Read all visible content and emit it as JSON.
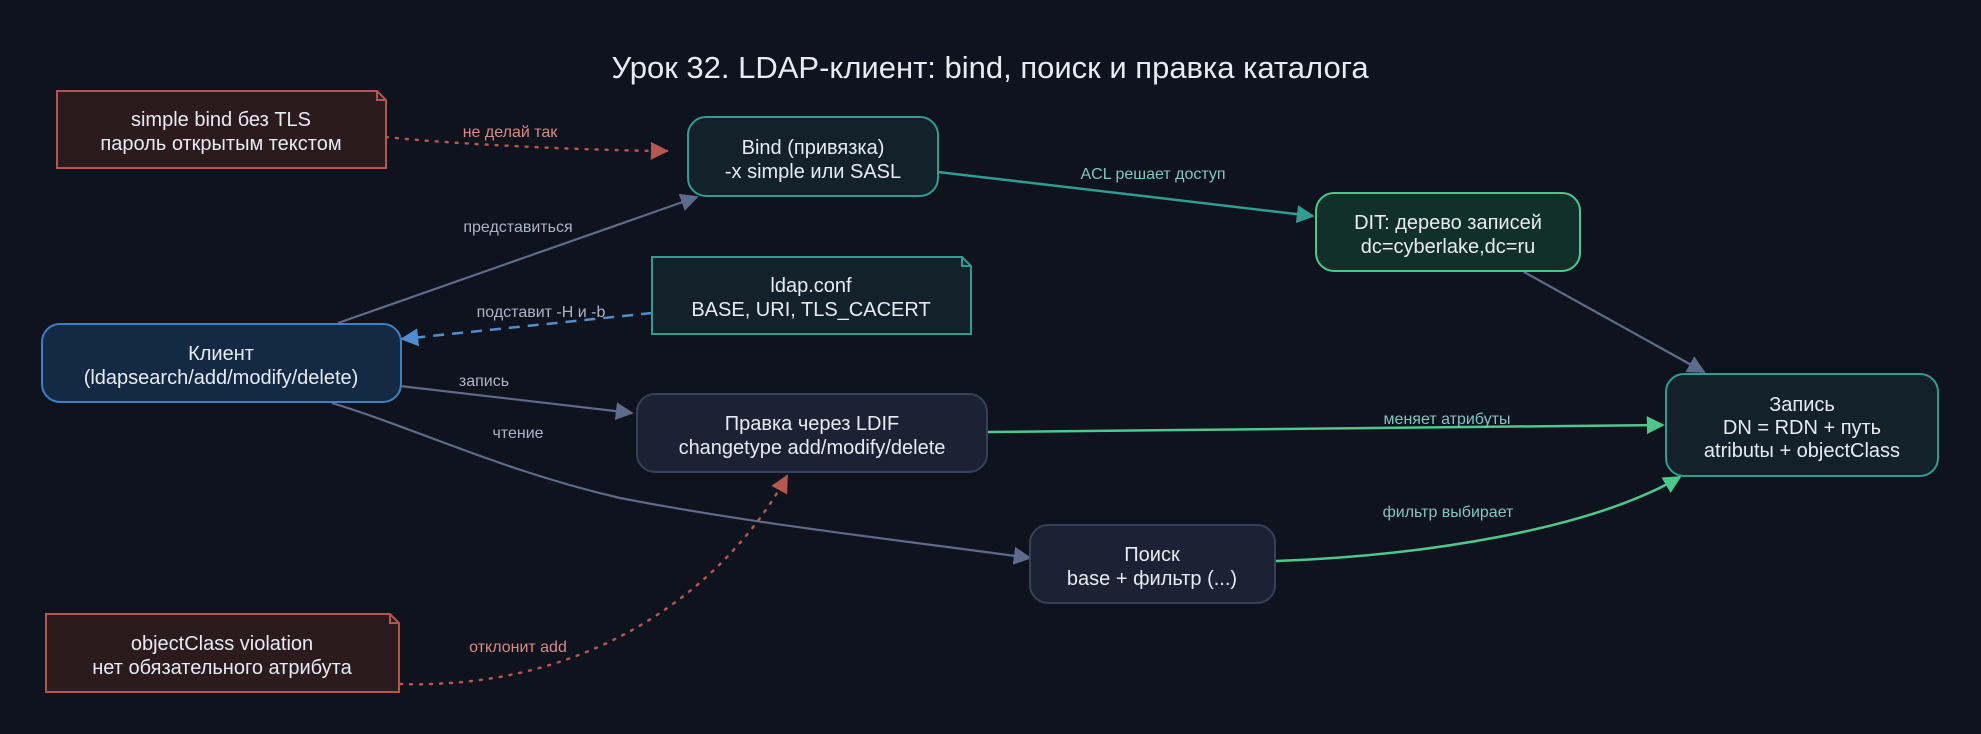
{
  "title": "Урок 32. LDAP-клиент: bind, поиск и правка каталога",
  "colors": {
    "background": "#0f131d",
    "client_fill": "#142a44",
    "client_stroke": "#3f80c4",
    "neutral_fill": "#1b2233",
    "neutral_stroke": "#36425a",
    "teal_fill": "#12212a",
    "teal_stroke": "#2f9d92",
    "green_fill": "#12302a",
    "green_stroke": "#4cc98a",
    "warn_fill": "#2c1b1e",
    "warn_stroke": "#b5574f",
    "edge_gray": "#5e6b8a",
    "edge_teal": "#2f9d92",
    "edge_green": "#4cc98a",
    "edge_blue": "#4e8fd0",
    "edge_red": "#b5574f"
  },
  "nodes": {
    "warn_bind": {
      "line1": "simple bind без TLS",
      "line2": "пароль открытым текстом"
    },
    "bind": {
      "line1": "Bind (привязка)",
      "line2": "-x simple или SASL"
    },
    "dit": {
      "line1": "DIT: дерево записей",
      "line2": "dc=cyberlake,dc=ru"
    },
    "ldapconf": {
      "line1": "ldap.conf",
      "line2": "BASE, URI, TLS_CACERT"
    },
    "client": {
      "line1": "Клиент",
      "line2": "(ldapsearch/add/modify/delete)"
    },
    "ldif": {
      "line1": "Правка через LDIF",
      "line2": "changetype add/modify/delete"
    },
    "entry": {
      "line1": "Запись",
      "line2": "DN = RDN + путь",
      "line3": "atributы + objectClass"
    },
    "search": {
      "line1": "Поиск",
      "line2": "base + фильтр (...)"
    },
    "warn_oc": {
      "line1": "objectClass violation",
      "line2": "нет обязательного атрибута"
    }
  },
  "edges": {
    "dont_do": "не делай так",
    "acl": "ACL решает доступ",
    "introduce": "представиться",
    "substitute": "подставит -H и -b",
    "write": "запись",
    "read": "чтение",
    "changes": "меняет атрибуты",
    "filter": "фильтр выбирает",
    "reject": "отклонит add"
  }
}
